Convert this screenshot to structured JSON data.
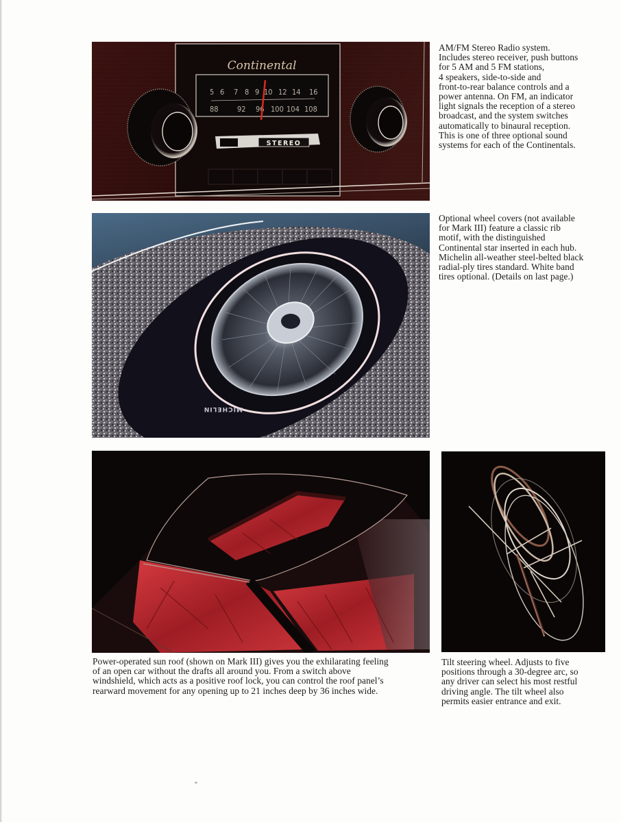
{
  "page": {
    "background": "#fdfdfb"
  },
  "photos": {
    "radio": {
      "alt": "Continental AM/FM stereo radio in woodgrain dash",
      "brand_script": "Continental",
      "fm_scale": [
        "5",
        "6",
        "7",
        "8",
        "9",
        "10",
        "12",
        "14",
        "16"
      ],
      "am_scale": [
        "88",
        "92",
        "96",
        "100",
        "104",
        "108"
      ],
      "button_label": "STEREO",
      "needle_color": "#d42a1e",
      "wood_color": "#2a0d0b"
    },
    "wheel": {
      "alt": "Wheel cover with rib motif on white band Michelin tire",
      "tire_text": "MICHELIN",
      "body_color": "#3e5870"
    },
    "sunroof": {
      "alt": "Power sun roof open showing red leather interior",
      "leather_color": "#b8252a"
    },
    "steering": {
      "alt": "Multiple-exposure tilt steering wheel positions"
    }
  },
  "captions": {
    "radio": "AM/FM Stereo Radio system.\nIncludes stereo receiver, push buttons\nfor 5 AM and 5 FM stations,\n4 speakers, side-to-side and\nfront-to-rear balance controls and a\npower antenna. On FM, an indicator\nlight signals the reception of a stereo\nbroadcast, and the system switches\nautomatically to binaural reception.\nThis is one of three optional sound\nsystems for each of the Continentals.",
    "wheel": "Optional wheel covers (not available\nfor Mark III) feature a classic rib\nmotif, with the distinguished\nContinental star inserted in each hub.\nMichelin all-weather steel-belted black\nradial-ply tires standard. White band\ntires optional. (Details on last page.)",
    "sunroof": "Power-operated sun roof (shown on Mark III) gives you the exhilarating feeling\nof an open car without the drafts all around you. From a switch above\nwindshield, which acts as a positive roof lock, you can control the roof panel’s\nrearward movement for any opening up to 21 inches deep by 36 inches wide.",
    "steering": "Tilt steering wheel. Adjusts to five\npositions through a 30-degree arc, so\nany driver can select his most restful\ndriving angle. The tilt wheel also\npermits easier entrance and exit."
  }
}
